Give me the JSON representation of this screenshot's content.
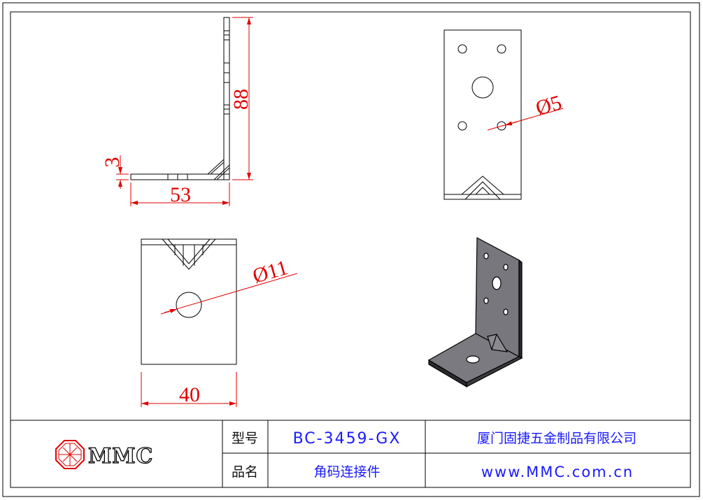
{
  "dimensions": {
    "height": "88",
    "width_side": "53",
    "thickness": "3",
    "small_hole": "Ø5",
    "large_hole": "Ø11",
    "width_bottom": "40"
  },
  "title_block": {
    "logo_text": "MMC",
    "model_label": "型号",
    "model_value": "BC-3459-GX",
    "name_label": "品名",
    "name_value": "角码连接件",
    "company": "厦门固捷五金制品有限公司",
    "website": "www.MMC.com.cn"
  },
  "colors": {
    "dimension": "#e00000",
    "value_text": "#1a1aff",
    "logo": "#e00000"
  }
}
